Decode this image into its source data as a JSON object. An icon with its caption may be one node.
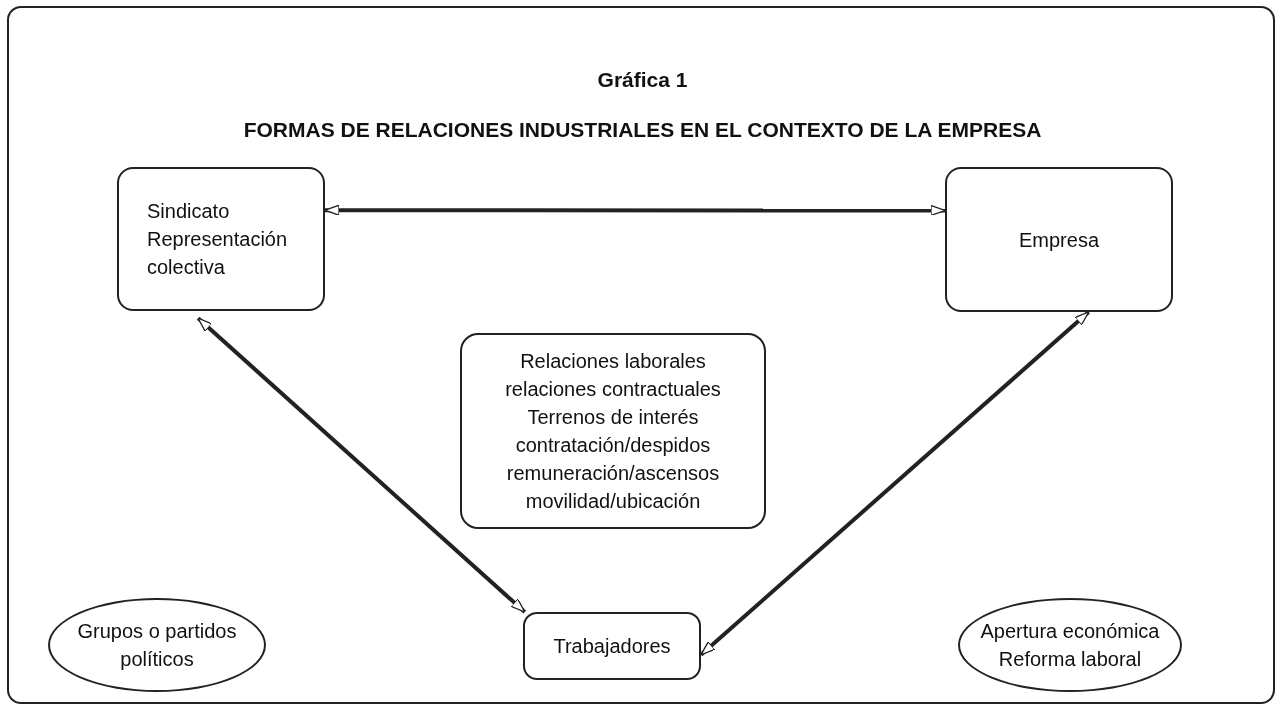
{
  "diagram": {
    "title": "Gráfica 1",
    "nodes": [
      {
        "text": [
          "Sindicato",
          "Representación colectiva"
        ]
      },
      {
        "text": [
          "Empresa"
        ]
      },
      {
        "text": [
          "Relaciones laborales",
          "relaciones contractuales",
          "Terrenos de interés",
          "contratación/despidos",
          "remuneración/ascensos",
          "movilidad/ubicación"
        ]
      },
      {
        "text": [
          "Grupos o partidos políticos"
        ]
      },
      {
        "text": [
          "Trabajadores"
        ]
      },
      {
        "text": [
          "Apertura económica",
          "Reforma laboral"
        ]
      }
    ],
    "edges": [
      {
        "from": 0,
        "to": 1,
        "arrow": "both"
      },
      {
        "from": 0,
        "to": 4,
        "arrow": "both"
      },
      {
        "from": 1,
        "to": 4,
        "arrow": "both"
      }
    ],
    "labels": [
      "FORMAS DE RELACIONES INDUSTRIALES EN EL CONTEXTO DE LA EMPRESA"
    ]
  }
}
